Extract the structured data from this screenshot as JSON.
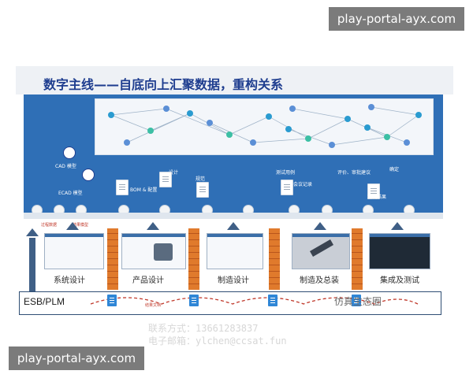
{
  "watermarks": {
    "top_right": "play-portal-ayx.com",
    "bottom_left": "play-portal-ayx.com"
  },
  "slide": {
    "title": "数字主线——自底向上汇聚数据，重构关系",
    "top_labels": [
      "设计",
      "测试用例",
      "评价、审批建议",
      "确定"
    ],
    "mid_labels": [
      "CAD 模型",
      "ECAD 模型",
      "BOM & 配置",
      "规范",
      "会议记录",
      "测试结果"
    ],
    "flow_labels": [
      "过程数据",
      "结果模型"
    ],
    "stages": [
      "系统设计",
      "产品设计",
      "制造设计",
      "制造及总装",
      "集成及测试"
    ],
    "esb_label": "ESB/PLM",
    "esb_note": "结果文档",
    "source_mark": "仿真生态圈"
  },
  "contact": {
    "phone": "联系方式：13661283837",
    "email": "电子邮箱：ylchen@ccsat.fun"
  },
  "colors": {
    "panel_blue": "#2f6fb6",
    "title_blue": "#1e3d8f",
    "brick_orange": "#e07a2c",
    "arrow_red": "#c0392b",
    "badge_gray": "#7b7b7b"
  }
}
